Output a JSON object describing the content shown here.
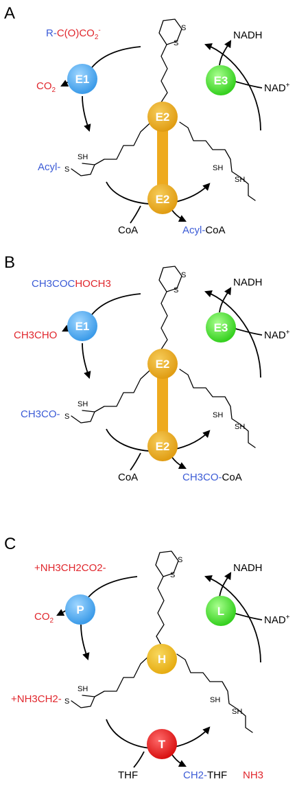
{
  "colors": {
    "black": "#000000",
    "blue": "#3b5bd6",
    "red": "#e0262c",
    "e1_blue": "#4aa9f0",
    "e3_green": "#3fdc28",
    "e2_gold": "#e9a61a",
    "h_gold": "#ecb716",
    "t_red": "#e01919"
  },
  "panels": [
    {
      "letter": "A",
      "e1": "E1",
      "e2_top": "E2",
      "e2_bottom": "E2",
      "e3": "E3",
      "substrate": {
        "prefix": "R-",
        "rest": "C(O)CO",
        "sub": "2",
        "sup": "-"
      },
      "released": {
        "main": "CO",
        "sub": "2"
      },
      "nadh": "NADH",
      "nad": {
        "main": "NAD",
        "sup": "+"
      },
      "acyl_s": {
        "blue": "Acyl-",
        "black": "S"
      },
      "sh": "SH",
      "s": "S",
      "coa_in": "CoA",
      "product": {
        "blue": "Acyl-",
        "black": "CoA"
      }
    },
    {
      "letter": "B",
      "e1": "E1",
      "e2_top": "E2",
      "e2_bottom": "E2",
      "e3": "E3",
      "substrate": {
        "blue": "CH3COC",
        "red": "HOCH3"
      },
      "released": "CH3CHO",
      "nadh": "NADH",
      "nad": {
        "main": "NAD",
        "sup": "+"
      },
      "acyl_s": {
        "blue": "CH3CO-",
        "black": "S"
      },
      "sh": "SH",
      "s": "S",
      "coa_in": "CoA",
      "product": {
        "blue": "CH3CO-",
        "black": "CoA"
      }
    },
    {
      "letter": "C",
      "e1": "P",
      "e2_top": "H",
      "e3": "L",
      "t": "T",
      "substrate": "+NH3CH2CO2-",
      "released": {
        "main": "CO",
        "sub": "2"
      },
      "nadh": "NADH",
      "nad": {
        "main": "NAD",
        "sup": "+"
      },
      "acyl_s": {
        "red": "+NH3CH2-",
        "black": "S"
      },
      "sh": "SH",
      "s": "S",
      "thf_in": "THF",
      "product": {
        "blue": "CH2-",
        "black": "THF"
      },
      "nh3": "NH3"
    }
  ]
}
